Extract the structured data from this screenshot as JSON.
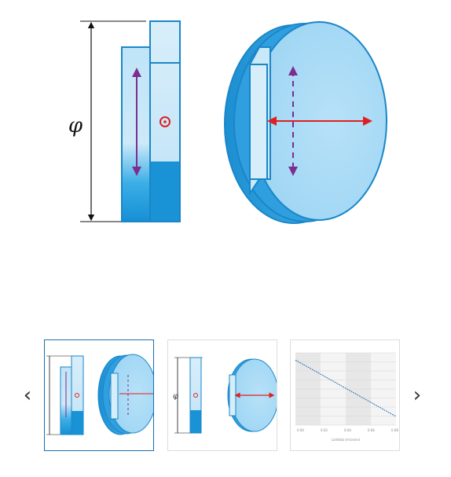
{
  "gallery": {
    "main_label": "φ",
    "prev_label": "‹",
    "next_label": "›",
    "thumbnails": [
      {
        "name": "waveplate-orientation",
        "selected": true
      },
      {
        "name": "waveplate-dimension",
        "selected": false,
        "label": "φ"
      },
      {
        "name": "retardance-chart",
        "selected": false,
        "chart_data": {
          "type": "line",
          "xlabel": "Lambda (microns)",
          "x_ticks": [
            "0.60",
            "0.62",
            "0.64",
            "0.66",
            "0.68"
          ],
          "series": [
            {
              "x": [
                0.6,
                0.68
              ],
              "y": [
                0.9,
                0.12
              ]
            }
          ]
        }
      }
    ]
  }
}
